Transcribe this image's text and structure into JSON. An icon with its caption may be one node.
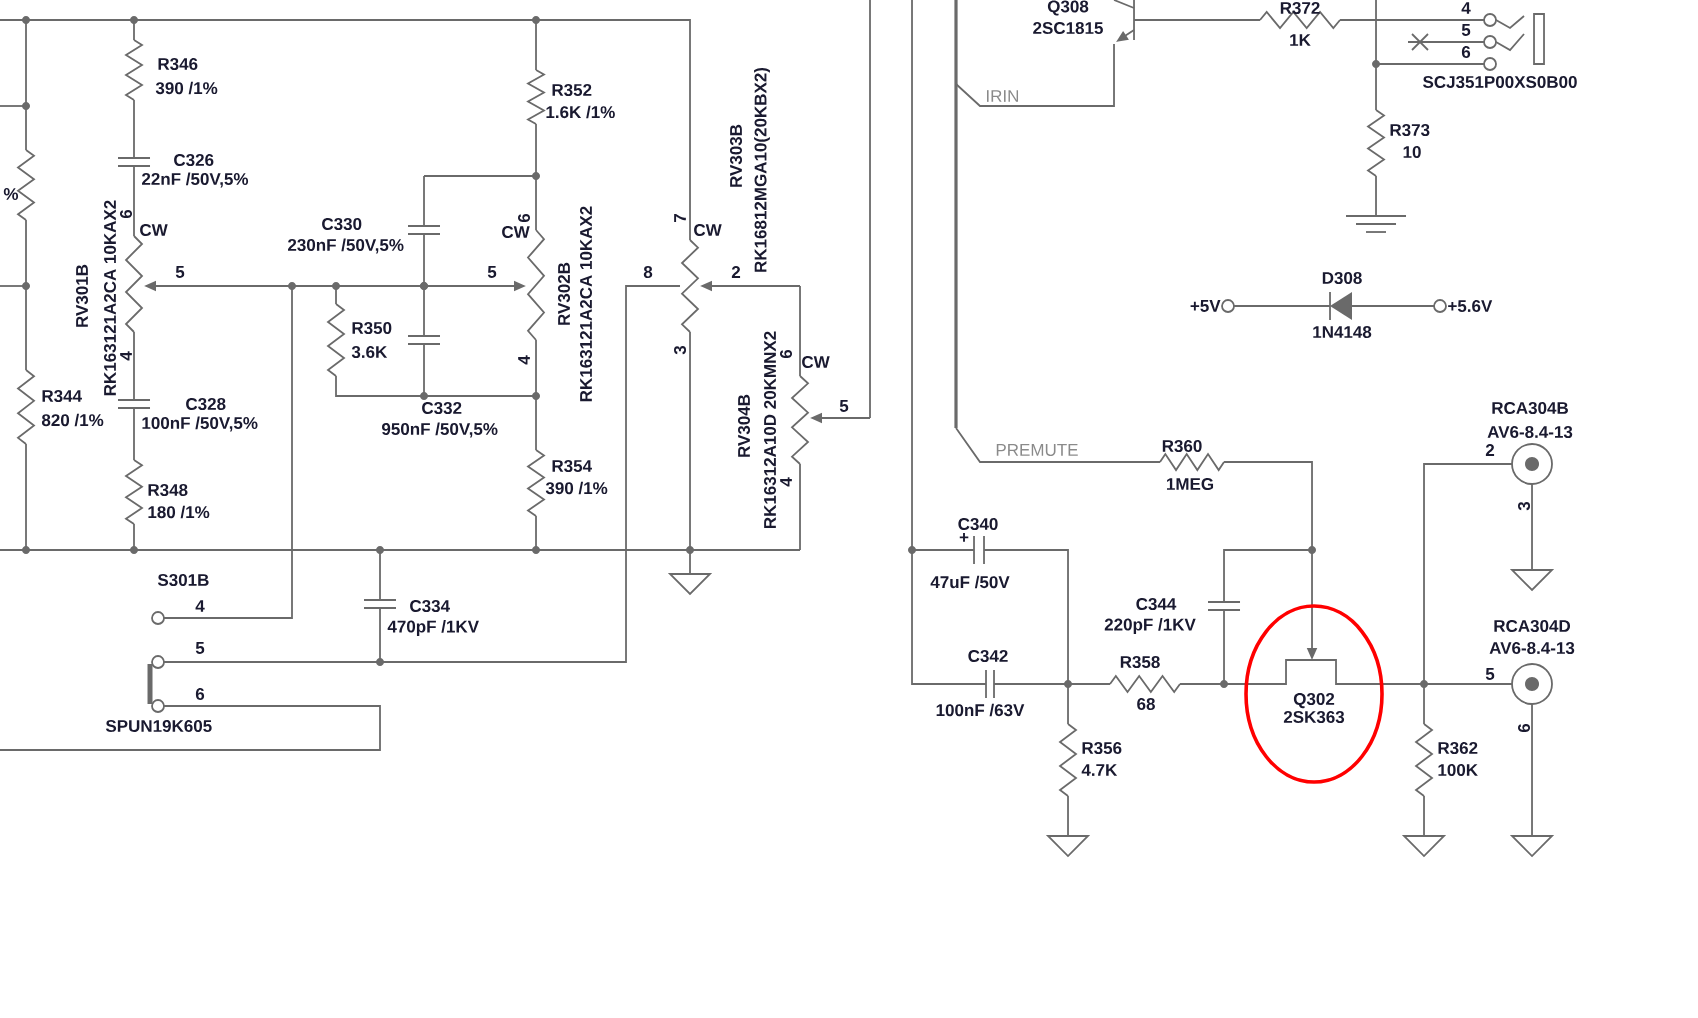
{
  "diagram": {
    "nodes": [
      {
        "text": [
          "Q302",
          "2SK363"
        ]
      }
    ],
    "labels": [
      "%",
      "R346",
      "390 /1%",
      "R352",
      "1.6K /1%",
      "RV303B",
      "RK16812MGA10(20KBX2)",
      "C326",
      "22nF /50V,5%",
      "6",
      "CW",
      "C330",
      "230nF /50V,5%",
      "6",
      "CW",
      "7",
      "CW",
      "RV301B",
      "RK163121A2CA 10KAX2",
      "5",
      "5",
      "RV302B",
      "RK163121A2CA 10KAX2",
      "8",
      "2",
      "R350",
      "3.6K",
      "3",
      "4",
      "4",
      "6",
      "CW",
      "R344",
      "820 /1%",
      "C328",
      "100nF /50V,5%",
      "C332",
      "950nF /50V,5%",
      "5",
      "RV304B",
      "RK16312A10D 20KMNX2",
      "R354",
      "390 /1%",
      "4",
      "R348",
      "180 /1%",
      "S301B",
      "4",
      "C334",
      "470pF /1KV",
      "5",
      "6",
      "SPUN19K605",
      "Q308",
      "2SC1815",
      "R372",
      "4",
      "5",
      "1K",
      "6",
      "SCJ351P00XS0B00",
      "IRIN",
      "R373",
      "10",
      "D308",
      "+5V",
      "+5.6V",
      "1N4148",
      "RCA304B",
      "AV6-8.4-13",
      "PREMUTE",
      "R360",
      "2",
      "1MEG",
      "3",
      "C340",
      "+",
      "47uF /50V",
      "C344",
      "220pF /1KV",
      "RCA304D",
      "AV6-8.4-13",
      "C342",
      "R358",
      "5",
      "68",
      "100nF /63V",
      "6",
      "R356",
      "4.7K",
      "R362",
      "100K"
    ]
  }
}
